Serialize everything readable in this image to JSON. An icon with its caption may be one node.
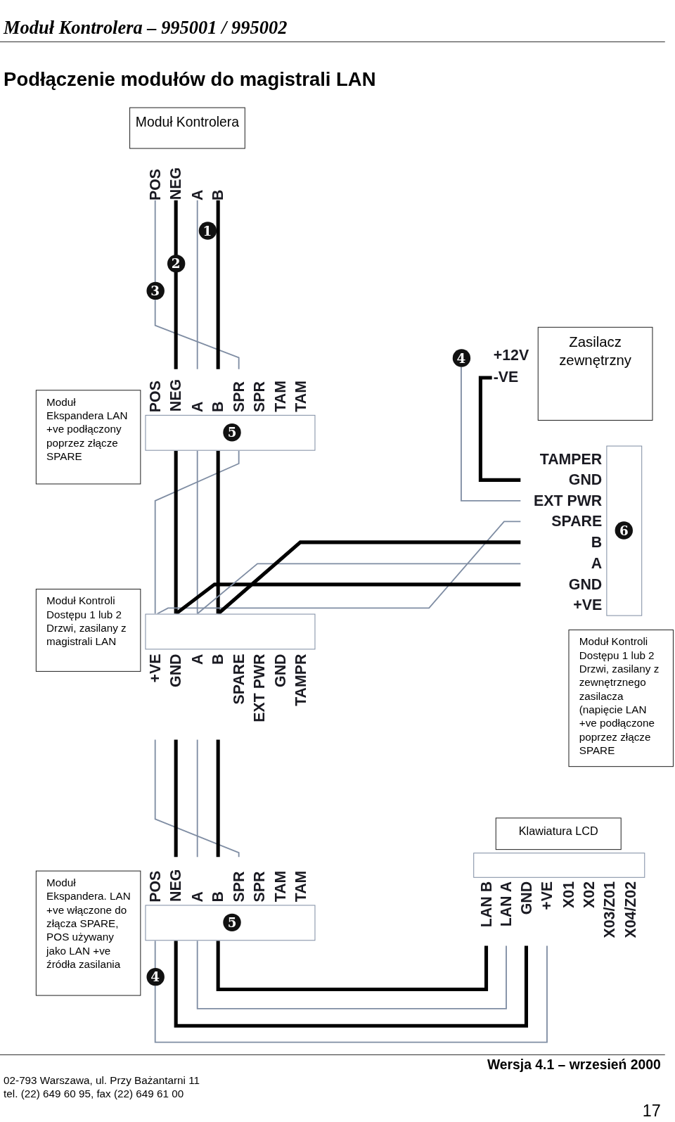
{
  "diagram": {
    "title": "Podłączenie modułów do magistrali LAN",
    "nodes": [
      {
        "text": [
          "Moduł Kontrolera"
        ],
        "beside": [
          "POS",
          "NEG",
          "A",
          "B"
        ]
      },
      {
        "text": [
          "Moduł Ekspandera LAN +ve podłączony poprzez złącze SPARE"
        ]
      },
      {
        "text": [
          "5"
        ],
        "beside": [
          "POS",
          "NEG",
          "A",
          "B",
          "SPR",
          "SPR",
          "TAM",
          "TAM"
        ]
      },
      {
        "text": [
          "Moduł Kontroli Dostępu 1 lub 2 Drzwi, zasilany z magistrali LAN"
        ]
      },
      {
        "text": [],
        "shape": "box",
        "beside": [
          "+VE",
          "GND",
          "A",
          "B",
          "SPARE",
          "EXT PWR",
          "GND",
          "TAMPR"
        ]
      },
      {
        "text": [
          "Zasilacz zewnętrzny"
        ],
        "beside": [
          "4",
          "+12V",
          "-VE"
        ]
      },
      {
        "text": [
          "6"
        ],
        "beside": [
          "TAMPER",
          "GND",
          "EXT PWR",
          "SPARE",
          "B",
          "A",
          "GND",
          "+VE"
        ]
      },
      {
        "text": [
          "Moduł Kontroli Dostępu 1 lub 2 Drzwi, zasilany z zewnętrznego zasilacza (napięcie LAN +ve podłączone poprzez złącze SPARE"
        ]
      },
      {
        "text": [
          "Klawiatura LCD"
        ]
      },
      {
        "text": [],
        "shape": "box",
        "beside": [
          "LAN B",
          "LAN A",
          "GND",
          "+VE",
          "X01",
          "X02",
          "X03/Z01",
          "X04/Z02"
        ]
      },
      {
        "text": [
          "Moduł Ekspandera. LAN +ve włączone do złącza SPARE, POS używany jako LAN +ve źródła zasilania"
        ]
      },
      {
        "text": [
          "5"
        ],
        "beside": [
          "POS",
          "NEG",
          "A",
          "B",
          "SPR",
          "SPR",
          "TAM",
          "TAM"
        ]
      }
    ],
    "edges": [
      {
        "from": 0,
        "to": 2,
        "arrow": "none",
        "color": "#7f8da3"
      },
      {
        "from": 0,
        "to": 2,
        "arrow": "none",
        "style": "thick",
        "color": "#000000"
      },
      {
        "from": 0,
        "to": 2,
        "arrow": "none",
        "color": "#7f8da3"
      },
      {
        "from": 0,
        "to": 2,
        "arrow": "none",
        "style": "thick",
        "color": "#000000"
      },
      {
        "from": 2,
        "to": 4,
        "arrow": "none",
        "color": "#7f8da3"
      },
      {
        "from": 2,
        "to": 4,
        "arrow": "none",
        "style": "thick",
        "color": "#000000"
      },
      {
        "from": 2,
        "to": 4,
        "arrow": "none",
        "color": "#7f8da3"
      },
      {
        "from": 2,
        "to": 4,
        "arrow": "none",
        "style": "thick",
        "color": "#000000"
      },
      {
        "from": 4,
        "to": 6,
        "arrow": "none",
        "color": "#7f8da3"
      },
      {
        "from": 4,
        "to": 6,
        "arrow": "none",
        "style": "thick",
        "color": "#000000"
      },
      {
        "from": 4,
        "to": 6,
        "arrow": "none",
        "color": "#7f8da3"
      },
      {
        "from": 4,
        "to": 6,
        "arrow": "none",
        "style": "thick",
        "color": "#000000"
      },
      {
        "from": 5,
        "to": 6,
        "arrow": "none",
        "color": "#7f8da3"
      },
      {
        "from": 5,
        "to": 6,
        "arrow": "none",
        "style": "thick",
        "color": "#000000"
      },
      {
        "from": 4,
        "to": 11,
        "arrow": "none",
        "color": "#7f8da3"
      },
      {
        "from": 4,
        "to": 11,
        "arrow": "none",
        "style": "thick",
        "color": "#000000"
      },
      {
        "from": 4,
        "to": 11,
        "arrow": "none",
        "color": "#7f8da3"
      },
      {
        "from": 4,
        "to": 11,
        "arrow": "none",
        "style": "thick",
        "color": "#000000"
      },
      {
        "from": 11,
        "to": 9,
        "arrow": "none",
        "style": "thick",
        "color": "#000000"
      },
      {
        "from": 11,
        "to": 9,
        "arrow": "none",
        "color": "#7f8da3"
      },
      {
        "from": 11,
        "to": 9,
        "arrow": "none",
        "style": "thick",
        "color": "#000000"
      },
      {
        "from": 11,
        "to": 9,
        "arrow": "none",
        "color": "#7f8da3"
      }
    ],
    "labels": [
      "Moduł Kontrolera – 995001 / 995002",
      "1",
      "2",
      "3",
      "4",
      "Wersja 4.1 – wrzesień 2000",
      "02-793 Warszawa, ul. Przy Bażantarni 11",
      "tel. (22) 649 60 95, fax (22) 649 61 00",
      "17"
    ]
  }
}
